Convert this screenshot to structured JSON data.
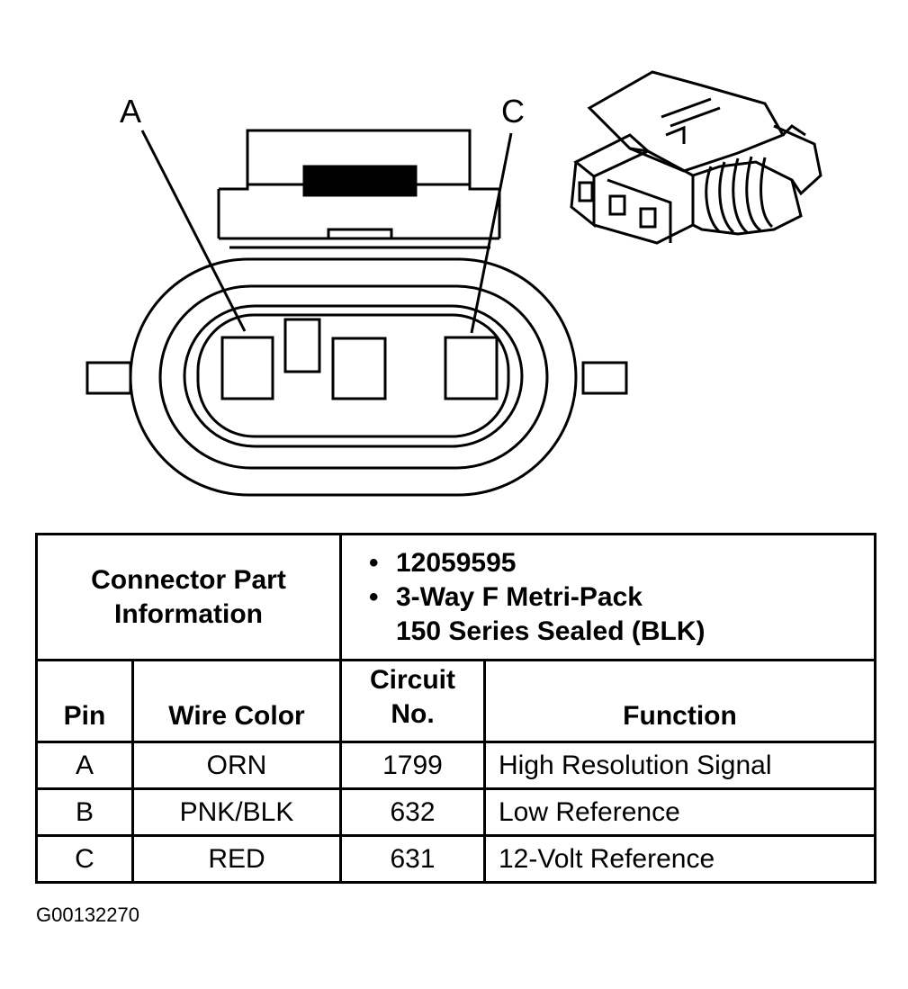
{
  "diagram": {
    "pin_labels": {
      "a": "A",
      "c": "C"
    }
  },
  "table": {
    "info_label": "Connector Part Information",
    "part_number": "12059595",
    "description_line1": "3-Way F Metri-Pack",
    "description_line2": "150 Series Sealed (BLK)",
    "headers": {
      "pin": "Pin",
      "wire_color": "Wire Color",
      "circuit_line1": "Circuit",
      "circuit_line2": "No.",
      "function": "Function"
    },
    "rows": [
      {
        "pin": "A",
        "wire_color": "ORN",
        "circuit": "1799",
        "function": "High Resolution Signal"
      },
      {
        "pin": "B",
        "wire_color": "PNK/BLK",
        "circuit": "632",
        "function": "Low Reference"
      },
      {
        "pin": "C",
        "wire_color": "RED",
        "circuit": "631",
        "function": "12-Volt Reference"
      }
    ]
  },
  "footer": {
    "figure_id": "G00132270"
  }
}
